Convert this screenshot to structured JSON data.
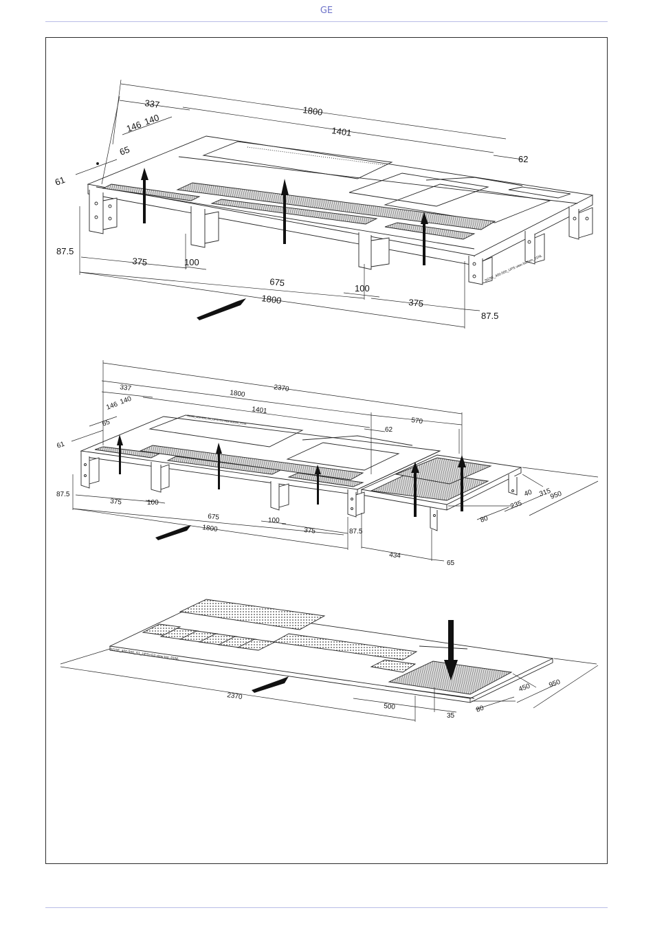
{
  "header": {
    "brand": "GE"
  },
  "drawing1": {
    "d1800_top": "1800",
    "d337": "337",
    "d1401": "1401",
    "d146": "146",
    "d140": "140",
    "d65": "65",
    "d61": "61",
    "d62": "62",
    "d87_5_left": "87.5",
    "d375_left": "375",
    "d100_left": "100",
    "d675": "675",
    "d100_right": "100",
    "d375_right": "375",
    "d1800_bottom": "1800",
    "d87_5_right": "87.5",
    "tag": "SGSE_400-500_UPS view bottom_01NL"
  },
  "drawing2": {
    "d2370": "2370",
    "d1800_top": "1800",
    "d337": "337",
    "d146": "146",
    "d140": "140",
    "d1401": "1401",
    "d570": "570",
    "d65_top": "65",
    "d61": "61",
    "d62": "62",
    "d87_5_left": "87.5",
    "d375_left": "375",
    "d100_left": "100",
    "d675": "675",
    "d100_right": "100",
    "d375_right": "375",
    "d1800_bottom": "1800",
    "d87_5_right": "87.5",
    "d434": "434",
    "d65_bottom": "65",
    "d40": "40",
    "d315": "315",
    "d950": "950",
    "d235": "235",
    "d80": "80",
    "tag": "SGSE_400-500_S1_UPS+G3 view bottom_01NL"
  },
  "drawing3": {
    "d2370": "2370",
    "d500": "500",
    "d35": "35",
    "d450": "450",
    "d950": "950",
    "d80": "80",
    "tag": "SGSE_400-500_S1_UPS+G3 view top_01NL"
  }
}
